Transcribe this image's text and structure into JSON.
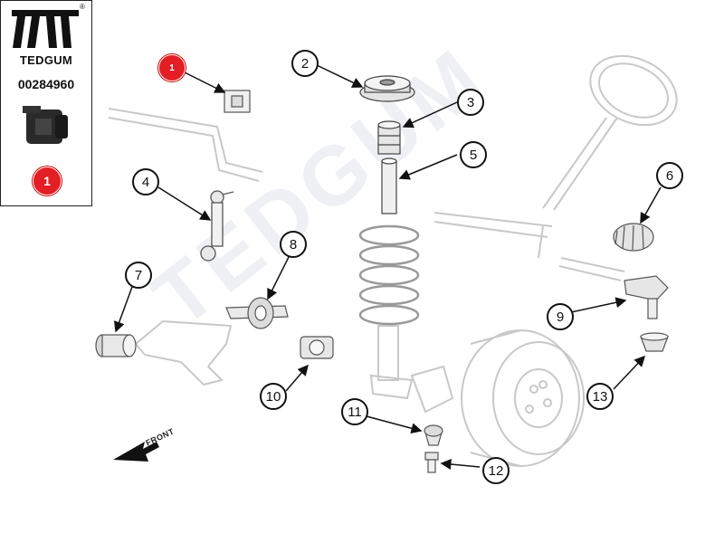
{
  "brand": {
    "name": "TEDGUM",
    "registered_mark": "®",
    "part_number": "00284960"
  },
  "selected_badge": "1",
  "watermark": "TEDGUM",
  "front_label": "FRONT",
  "callouts": [
    "1",
    "2",
    "3",
    "4",
    "5",
    "6",
    "7",
    "8",
    "9",
    "10",
    "11",
    "12",
    "13"
  ],
  "colors": {
    "highlight": "#e31e24",
    "line": "#111111",
    "ghost": "#cccccc",
    "watermark": "#eef0f4"
  }
}
